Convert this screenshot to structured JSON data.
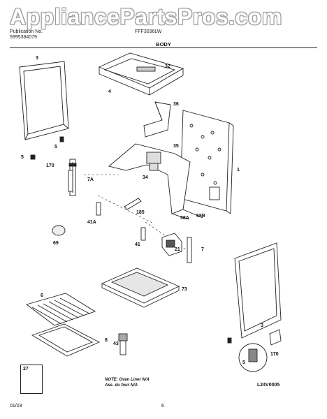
{
  "watermark": "AppliancePartsPros.com",
  "header": {
    "publication_label": "Publication No.",
    "publication_number": "5995384079",
    "model": "FFF3036LW",
    "section_title": "BODY"
  },
  "parts": {
    "p3": "3",
    "p32": "32",
    "p4": "4",
    "p36": "36",
    "p5": "5",
    "p5a": "5",
    "p35": "35",
    "p1": "1",
    "p170": "170",
    "p7a": "7A",
    "p34": "34",
    "p185": "185",
    "p58a": "58A",
    "p58b": "58B",
    "p41a": "41A",
    "p69": "69",
    "p41": "41",
    "p21": "21",
    "p7": "7",
    "p73": "73",
    "p6": "6",
    "p8": "8",
    "p43": "43",
    "p3b": "3",
    "p5b": "5",
    "p170b": "170",
    "p27": "27"
  },
  "note": {
    "line1": "NOTE: Oven Liner N/A",
    "line2": "Ass. du four N/A"
  },
  "diagram_code": "L24V0005",
  "footer": {
    "date": "01/03",
    "page": "6"
  }
}
